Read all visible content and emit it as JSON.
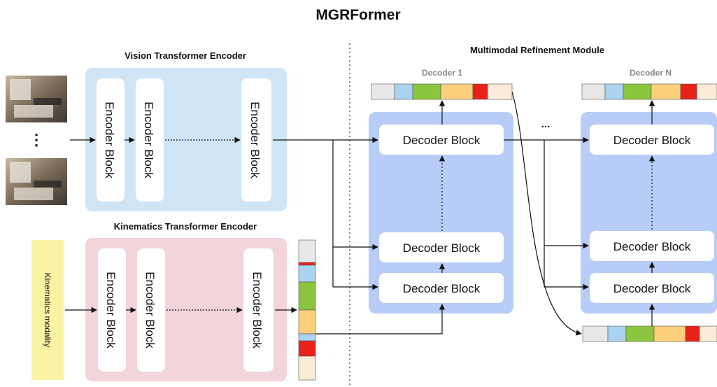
{
  "title": "MGRFormer",
  "vision": {
    "title": "Vision Transformer Encoder",
    "blocks": [
      "Encoder Block",
      "Encoder Block",
      "Encoder Block"
    ],
    "ellipsis": "⋮"
  },
  "kinematics": {
    "title": "Kinematics Transformer Encoder",
    "modality_label": "Kinematics modality",
    "blocks": [
      "Encoder Block",
      "Encoder Block",
      "Encoder Block"
    ]
  },
  "refinement": {
    "title": "Multimodal Refinement Module",
    "decoder1_label": "Decoder 1",
    "decoderN_label": "Decoder N",
    "between_ellipsis": "...",
    "decoder1_blocks": [
      "Decoder Block",
      "Decoder Block",
      "Decoder Block"
    ],
    "decoderN_blocks": [
      "Decoder Block",
      "Decoder Block",
      "Decoder Block"
    ]
  },
  "colors": {
    "vision_panel": "#cfe5f5",
    "kinematics_panel": "#f2d4da",
    "decoder_panel": "#b7cdf7",
    "modality_box": "#f8f4a3",
    "seg_grey": "#e8e8e8",
    "seg_blue": "#a9d3f0",
    "seg_green": "#8cc63f",
    "seg_orange": "#fcd07a",
    "seg_red": "#e8211a",
    "seg_beige": "#faecd8"
  }
}
